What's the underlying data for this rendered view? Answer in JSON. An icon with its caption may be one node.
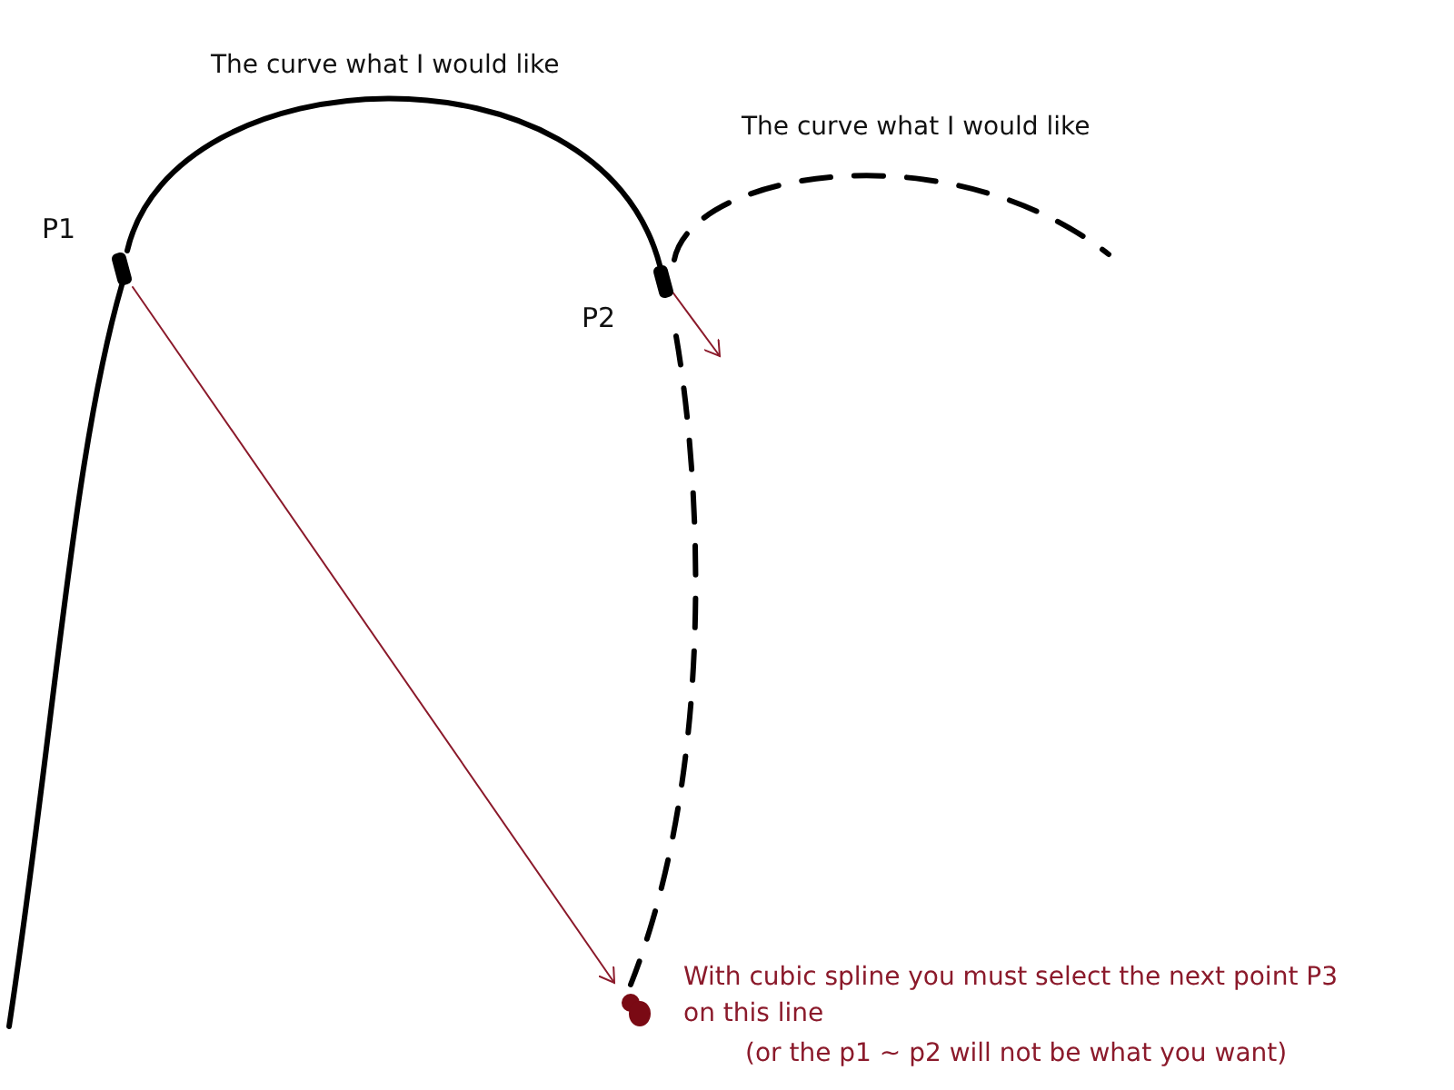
{
  "diagram": {
    "nodes": [
      {
        "text": [
          "P1"
        ]
      },
      {
        "text": [
          "P2"
        ]
      },
      {
        "text": [],
        "shape": "circle",
        "beside": [
          "With cubic spline you must select the next point P3 on this line",
          "(or the p1 ~ p2 will not be what you want)"
        ]
      }
    ],
    "edges": [
      {
        "from": null,
        "to": 0,
        "arrow": "none"
      },
      {
        "from": 0,
        "to": 1,
        "arrow": "none"
      },
      {
        "from": 1,
        "to": null,
        "arrow": "none",
        "style": "dashed"
      },
      {
        "from": 1,
        "to": 2,
        "arrow": "none",
        "style": "dashed"
      },
      {
        "from": 0,
        "to": 2,
        "arrow": "to",
        "color": "#8b1a2b"
      },
      {
        "from": 1,
        "to": null,
        "arrow": "to",
        "color": "#8b1a2b"
      }
    ],
    "labels": [
      "The curve what I would like",
      "The curve what I would like"
    ]
  }
}
